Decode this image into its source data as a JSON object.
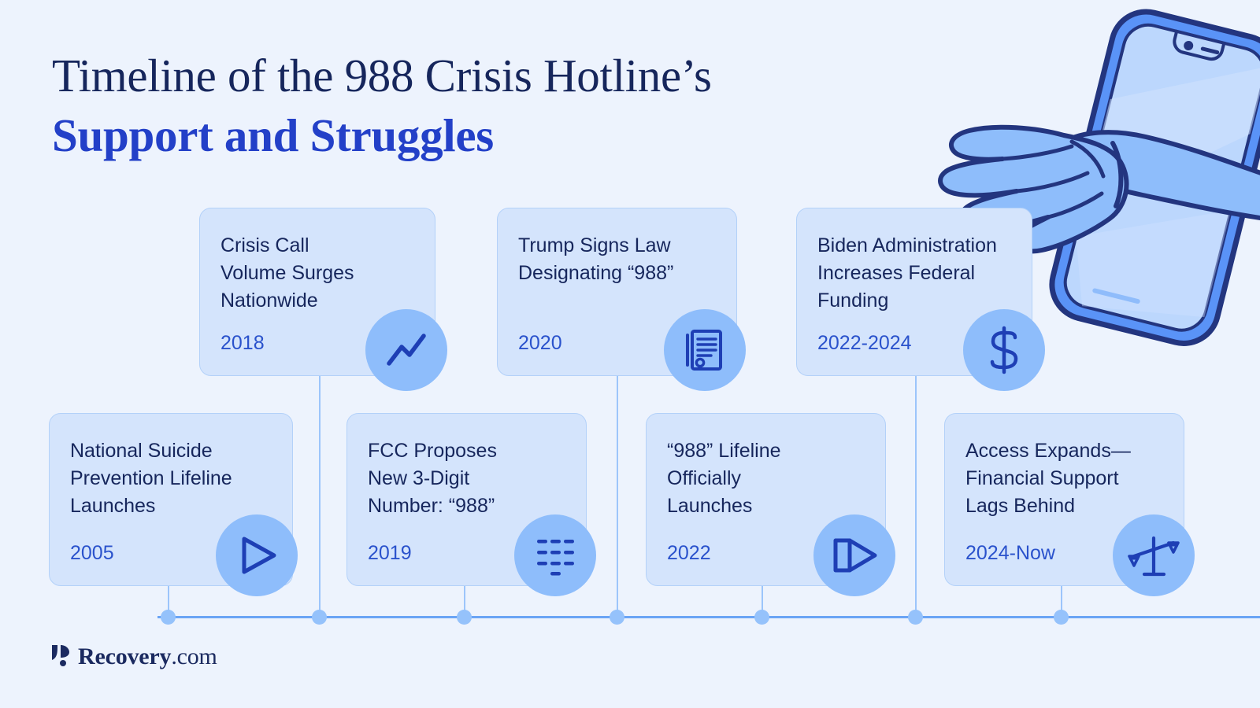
{
  "theme": {
    "background": "#edf3fd",
    "card_bg": "#d4e4fc",
    "card_border": "#b3d1f9",
    "title_navy": "#16265c",
    "title_blue": "#2340c8",
    "year_blue": "#2a52cc",
    "badge_bg": "#8ebdfb",
    "icon_stroke": "#1e3fb5",
    "line_blue": "#6aa4f5",
    "dot_blue": "#95c2fb"
  },
  "header": {
    "title_line_1": "Timeline of the 988 Crisis Hotline’s",
    "title_line_2": "Support and Struggles"
  },
  "illustration": {
    "name": "hand-reaching-from-phone",
    "description": "Tilted smartphone with a hand and forearm reaching out of the screen"
  },
  "timeline": {
    "events": [
      {
        "id": "national-suicide-prevention-lifeline-launches",
        "title": "National Suicide\nPrevention Lifeline\nLaunches",
        "year": "2005",
        "icon": "play-triangle-icon",
        "row": "bottom"
      },
      {
        "id": "crisis-call-volume-surges-nationwide",
        "title": "Crisis Call\nVolume Surges\nNationwide",
        "year": "2018",
        "icon": "trending-up-icon",
        "row": "top"
      },
      {
        "id": "fcc-proposes-new-3-digit-number",
        "title": "FCC Proposes\nNew 3-Digit\nNumber: “988”",
        "year": "2019",
        "icon": "dialpad-icon",
        "row": "bottom"
      },
      {
        "id": "trump-signs-law-designating-988",
        "title": "Trump Signs Law\nDesignating “988”",
        "year": "2020",
        "icon": "document-seal-icon",
        "row": "top"
      },
      {
        "id": "988-lifeline-officially-launches",
        "title": "“988” Lifeline\nOfficially\nLaunches",
        "year": "2022",
        "icon": "fast-forward-icon",
        "row": "bottom"
      },
      {
        "id": "biden-administration-increases-federal-funding",
        "title": "Biden Administration\nIncreases Federal\nFunding",
        "year": "2022-2024",
        "icon": "dollar-sign-icon",
        "row": "top"
      },
      {
        "id": "access-expands-financial-support-lags-behind",
        "title": "Access Expands—\nFinancial Support\nLags Behind",
        "year": "2024-Now",
        "icon": "scales-icon",
        "row": "bottom"
      }
    ]
  },
  "footer": {
    "logo_mark": "recovery-leaf-mark",
    "logo_name": "Recovery",
    "logo_tld": ".com"
  }
}
